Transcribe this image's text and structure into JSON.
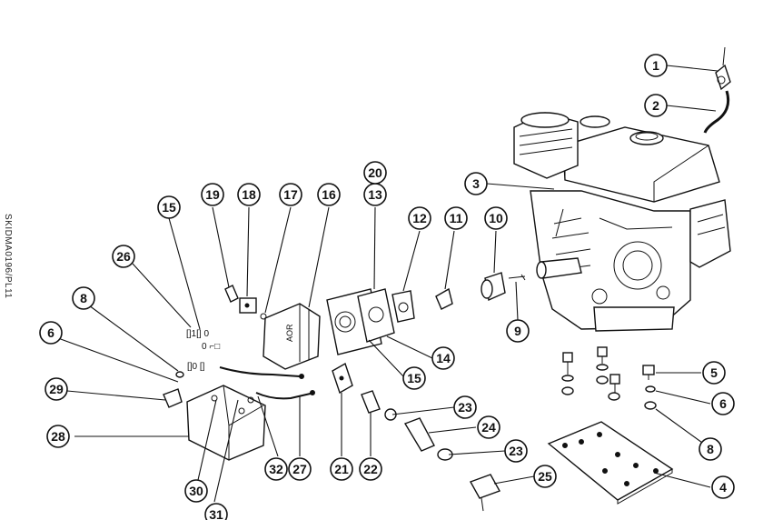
{
  "diagram": {
    "side_code": "SKIDMA0196/PL11",
    "callouts": [
      "1",
      "2",
      "3",
      "4",
      "5",
      "6",
      "6",
      "8",
      "8",
      "9",
      "10",
      "11",
      "12",
      "13",
      "14",
      "15",
      "15",
      "16",
      "17",
      "18",
      "19",
      "20",
      "21",
      "22",
      "23",
      "23",
      "24",
      "25",
      "26",
      "27",
      "28",
      "29",
      "30",
      "31",
      "32"
    ]
  }
}
